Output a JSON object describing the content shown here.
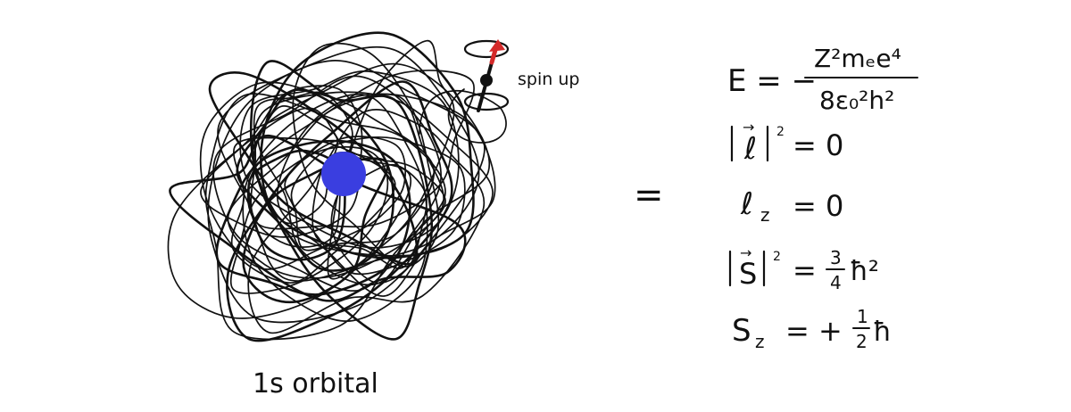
{
  "labels": {
    "orbital": "1s orbital",
    "spin": "spin up",
    "equals": "="
  },
  "equations": {
    "energy_lhs": "E = −",
    "energy_num": "Z²mₑe⁴",
    "energy_den": "8ε₀²h²",
    "l_squared_rhs": "= 0",
    "lz_symbol": "ℓ",
    "lz_sub": "z",
    "lz_rhs": "= 0",
    "s_squared_eq": "=",
    "s_squared_num": "3",
    "s_squared_den": "4",
    "s_squared_tail": "ħ²",
    "sz_symbol": "S",
    "sz_sub": "z",
    "sz_eq": "= +",
    "sz_num": "1",
    "sz_den": "2",
    "sz_tail": "ħ"
  },
  "colors": {
    "ink": "#111111",
    "nucleus": "#3a3ee0",
    "spin_arrow": "#d42a2a"
  }
}
